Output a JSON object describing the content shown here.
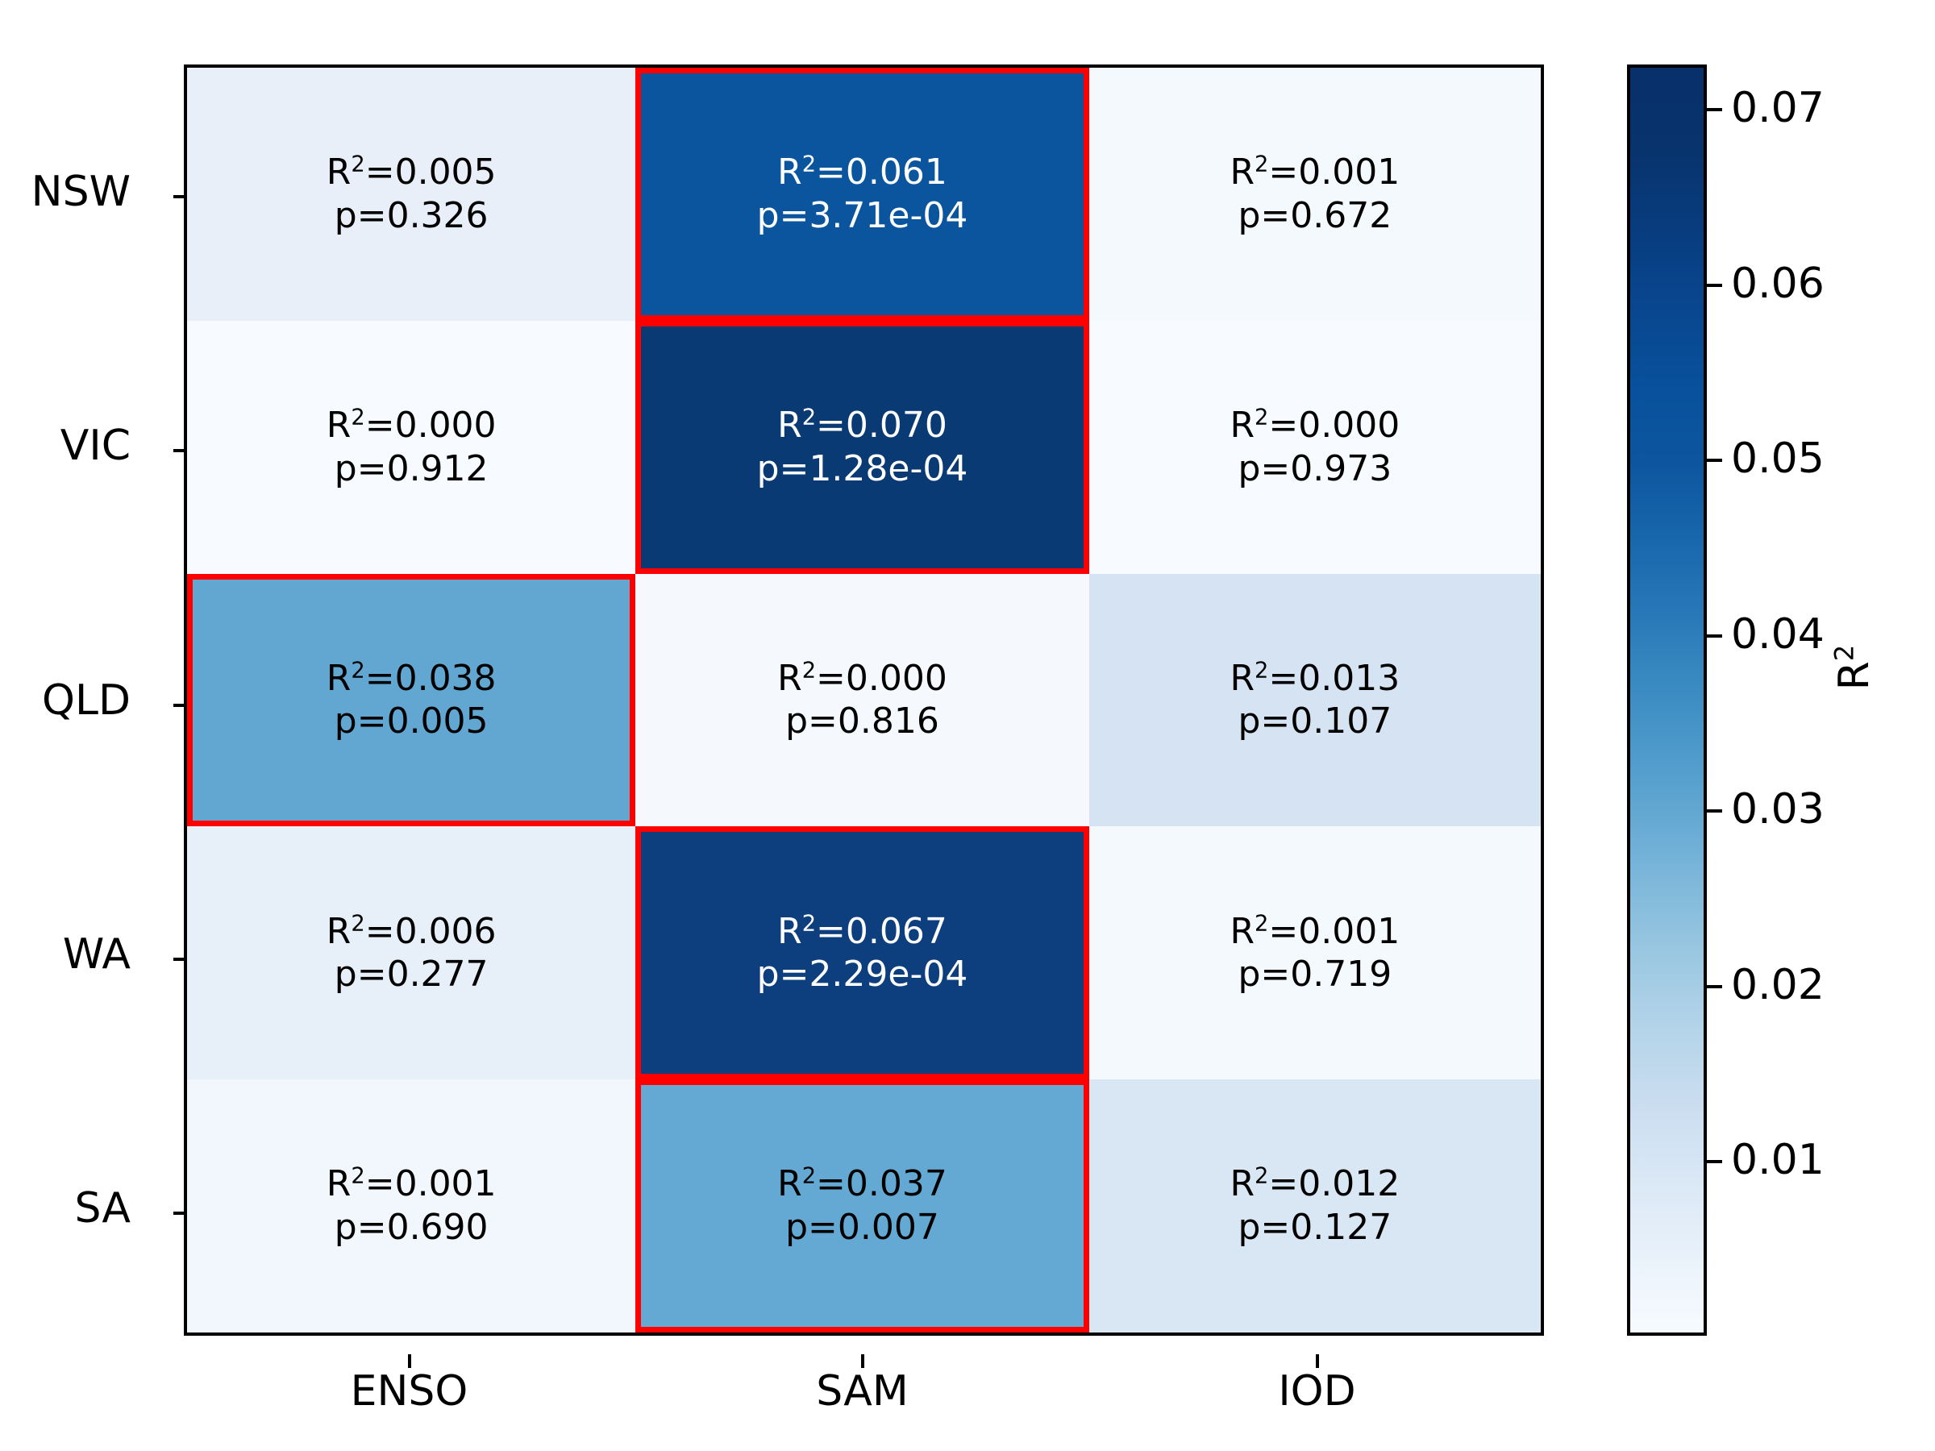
{
  "chart_data": {
    "type": "heatmap",
    "title": "",
    "xlabel": "",
    "ylabel": "",
    "colorbar_label": "R²",
    "categories_x": [
      "ENSO",
      "SAM",
      "IOD"
    ],
    "categories_y": [
      "NSW",
      "VIC",
      "QLD",
      "WA",
      "SA"
    ],
    "colormap": "Blues",
    "vmin": 0.0,
    "vmax": 0.0725,
    "colorbar_ticks": [
      0.01,
      0.02,
      0.03,
      0.04,
      0.05,
      0.06,
      0.07
    ],
    "colorbar_tick_labels": [
      "0.01",
      "0.02",
      "0.03",
      "0.04",
      "0.05",
      "0.06",
      "0.07"
    ],
    "grid": false,
    "significance_border_color": "#ff0000",
    "values": [
      [
        0.005,
        0.061,
        0.001
      ],
      [
        0.0,
        0.07,
        0.0
      ],
      [
        0.038,
        0.0,
        0.013
      ],
      [
        0.006,
        0.067,
        0.001
      ],
      [
        0.001,
        0.037,
        0.012
      ]
    ],
    "p_values": [
      [
        0.326,
        0.000371,
        0.672
      ],
      [
        0.912,
        0.000128,
        0.973
      ],
      [
        0.005,
        0.816,
        0.107
      ],
      [
        0.277,
        0.000229,
        0.719
      ],
      [
        0.69,
        0.007,
        0.127
      ]
    ],
    "cells": [
      [
        {
          "r2_text": "R²=0.005",
          "p_text": "p=0.326",
          "r2": 0.005,
          "p": 0.326,
          "significant": false,
          "fill": "#e8eff9",
          "text_color": "#000000"
        },
        {
          "r2_text": "R²=0.061",
          "p_text": "p=3.71e-04",
          "r2": 0.061,
          "p": 0.000371,
          "significant": true,
          "fill": "#0b559f",
          "text_color": "#ffffff"
        },
        {
          "r2_text": "R²=0.001",
          "p_text": "p=0.672",
          "r2": 0.001,
          "p": 0.672,
          "significant": false,
          "fill": "#f4f9fe",
          "text_color": "#000000"
        }
      ],
      [
        {
          "r2_text": "R²=0.000",
          "p_text": "p=0.912",
          "r2": 0.0,
          "p": 0.912,
          "significant": false,
          "fill": "#f7fbff",
          "text_color": "#000000"
        },
        {
          "r2_text": "R²=0.070",
          "p_text": "p=1.28e-04",
          "r2": 0.07,
          "p": 0.000128,
          "significant": true,
          "fill": "#0a3a74",
          "text_color": "#ffffff"
        },
        {
          "r2_text": "R²=0.000",
          "p_text": "p=0.973",
          "r2": 0.0,
          "p": 0.973,
          "significant": false,
          "fill": "#f7fbff",
          "text_color": "#000000"
        }
      ],
      [
        {
          "r2_text": "R²=0.038",
          "p_text": "p=0.005",
          "r2": 0.038,
          "p": 0.005,
          "significant": true,
          "fill": "#61a7d2",
          "text_color": "#000000"
        },
        {
          "r2_text": "R²=0.000",
          "p_text": "p=0.816",
          "r2": 0.0,
          "p": 0.816,
          "significant": false,
          "fill": "#f5f9fe",
          "text_color": "#000000"
        },
        {
          "r2_text": "R²=0.013",
          "p_text": "p=0.107",
          "r2": 0.013,
          "p": 0.107,
          "significant": false,
          "fill": "#d5e3f3",
          "text_color": "#000000"
        }
      ],
      [
        {
          "r2_text": "R²=0.006",
          "p_text": "p=0.277",
          "r2": 0.006,
          "p": 0.277,
          "significant": false,
          "fill": "#e7eff8",
          "text_color": "#000000"
        },
        {
          "r2_text": "R²=0.067",
          "p_text": "p=2.29e-04",
          "r2": 0.067,
          "p": 0.000229,
          "significant": true,
          "fill": "#0d3e7d",
          "text_color": "#ffffff"
        },
        {
          "r2_text": "R²=0.001",
          "p_text": "p=0.719",
          "r2": 0.001,
          "p": 0.719,
          "significant": false,
          "fill": "#f4f9fe",
          "text_color": "#000000"
        }
      ],
      [
        {
          "r2_text": "R²=0.001",
          "p_text": "p=0.690",
          "r2": 0.001,
          "p": 0.69,
          "significant": false,
          "fill": "#f1f7fd",
          "text_color": "#000000"
        },
        {
          "r2_text": "R²=0.037",
          "p_text": "p=0.007",
          "r2": 0.037,
          "p": 0.007,
          "significant": true,
          "fill": "#64a9d3",
          "text_color": "#000000"
        },
        {
          "r2_text": "R²=0.012",
          "p_text": "p=0.127",
          "r2": 0.012,
          "p": 0.127,
          "significant": false,
          "fill": "#d9e6f4",
          "text_color": "#000000"
        }
      ]
    ]
  },
  "axes": {
    "y_tick_labels": [
      "NSW",
      "VIC",
      "QLD",
      "WA",
      "SA"
    ],
    "x_tick_labels": [
      "ENSO",
      "SAM",
      "IOD"
    ]
  },
  "colorbar": {
    "title": "R",
    "title_sup": "2",
    "tick_labels": [
      "0.07",
      "0.06",
      "0.05",
      "0.04",
      "0.03",
      "0.02",
      "0.01"
    ],
    "tick_values": [
      0.07,
      0.06,
      0.05,
      0.04,
      0.03,
      0.02,
      0.01
    ],
    "gradient_top_color": "#08306b",
    "gradient_bottom_color": "#f7fbff"
  }
}
